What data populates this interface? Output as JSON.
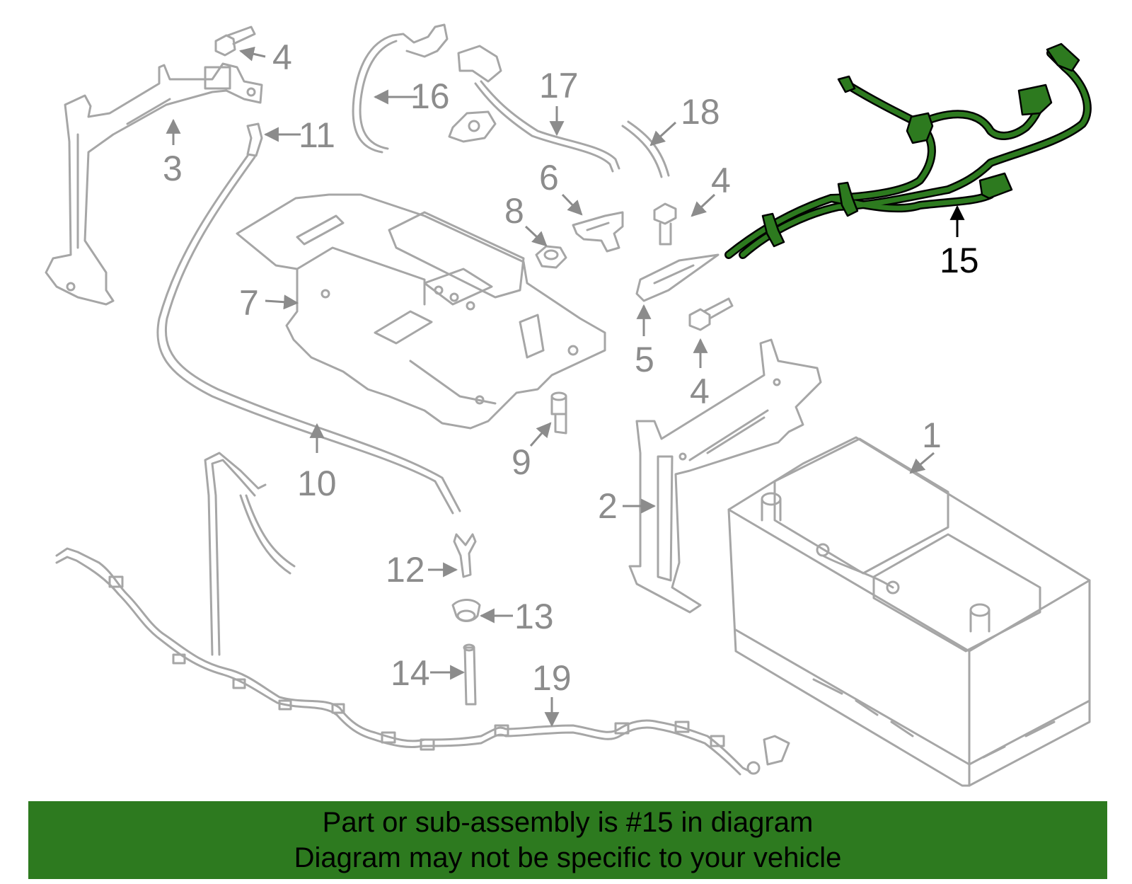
{
  "colors": {
    "part_stroke": "#a6a6a6",
    "label_text": "#8c8c8c",
    "highlight_fill": "#2d7a1f",
    "highlight_stroke": "#000000",
    "banner_bg": "#2d7a1f",
    "banner_text": "#000000"
  },
  "callouts": [
    {
      "id": "c1",
      "text": "1"
    },
    {
      "id": "c2",
      "text": "2"
    },
    {
      "id": "c3",
      "text": "3"
    },
    {
      "id": "c4a",
      "text": "4"
    },
    {
      "id": "c4b",
      "text": "4"
    },
    {
      "id": "c4c",
      "text": "4"
    },
    {
      "id": "c5",
      "text": "5"
    },
    {
      "id": "c6",
      "text": "6"
    },
    {
      "id": "c7",
      "text": "7"
    },
    {
      "id": "c8",
      "text": "8"
    },
    {
      "id": "c9",
      "text": "9"
    },
    {
      "id": "c10",
      "text": "10"
    },
    {
      "id": "c11",
      "text": "11"
    },
    {
      "id": "c12",
      "text": "12"
    },
    {
      "id": "c13",
      "text": "13"
    },
    {
      "id": "c14",
      "text": "14"
    },
    {
      "id": "c15",
      "text": "15"
    },
    {
      "id": "c16",
      "text": "16"
    },
    {
      "id": "c17",
      "text": "17"
    },
    {
      "id": "c18",
      "text": "18"
    },
    {
      "id": "c19",
      "text": "19"
    }
  ],
  "banner": {
    "line1": "Part or sub-assembly is #15 in diagram",
    "line2": "Diagram may not be specific to your vehicle"
  }
}
